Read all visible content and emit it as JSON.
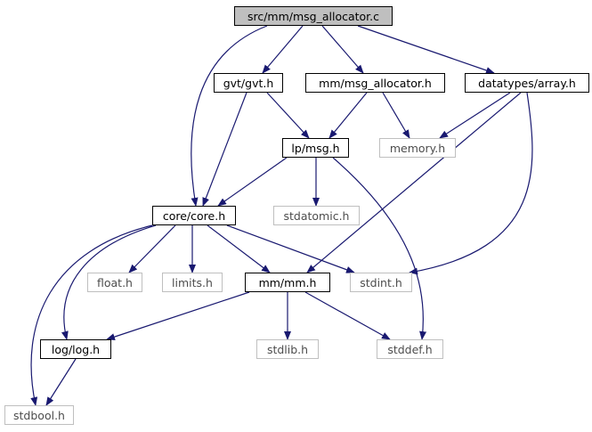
{
  "diagram": {
    "root": "src/mm/msg_allocator.c",
    "edge_color": "#191970",
    "node_border_color": "#000000",
    "external_border_color": "#bfbfbf",
    "root_fill_color": "#bfbfbf",
    "nodes": {
      "msg_allocator_c": {
        "label": "src/mm/msg_allocator.c",
        "kind": "root"
      },
      "gvt_h": {
        "label": "gvt/gvt.h",
        "kind": "internal"
      },
      "mm_msg_allocator_h": {
        "label": "mm/msg_allocator.h",
        "kind": "internal"
      },
      "datatypes_array_h": {
        "label": "datatypes/array.h",
        "kind": "internal"
      },
      "lp_msg_h": {
        "label": "lp/msg.h",
        "kind": "internal"
      },
      "memory_h": {
        "label": "memory.h",
        "kind": "external"
      },
      "core_core_h": {
        "label": "core/core.h",
        "kind": "internal"
      },
      "stdatomic_h": {
        "label": "stdatomic.h",
        "kind": "external"
      },
      "float_h": {
        "label": "float.h",
        "kind": "external"
      },
      "limits_h": {
        "label": "limits.h",
        "kind": "external"
      },
      "mm_mm_h": {
        "label": "mm/mm.h",
        "kind": "internal"
      },
      "stdint_h": {
        "label": "stdint.h",
        "kind": "external"
      },
      "log_log_h": {
        "label": "log/log.h",
        "kind": "internal"
      },
      "stdlib_h": {
        "label": "stdlib.h",
        "kind": "external"
      },
      "stddef_h": {
        "label": "stddef.h",
        "kind": "external"
      },
      "stdbool_h": {
        "label": "stdbool.h",
        "kind": "external"
      }
    },
    "edges": [
      [
        "msg_allocator_c",
        "gvt_h"
      ],
      [
        "msg_allocator_c",
        "mm_msg_allocator_h"
      ],
      [
        "msg_allocator_c",
        "datatypes_array_h"
      ],
      [
        "msg_allocator_c",
        "core_core_h"
      ],
      [
        "gvt_h",
        "lp_msg_h"
      ],
      [
        "gvt_h",
        "core_core_h"
      ],
      [
        "mm_msg_allocator_h",
        "lp_msg_h"
      ],
      [
        "mm_msg_allocator_h",
        "memory_h"
      ],
      [
        "datatypes_array_h",
        "memory_h"
      ],
      [
        "datatypes_array_h",
        "mm_mm_h"
      ],
      [
        "datatypes_array_h",
        "stdint_h"
      ],
      [
        "lp_msg_h",
        "core_core_h"
      ],
      [
        "lp_msg_h",
        "stdatomic_h"
      ],
      [
        "lp_msg_h",
        "stddef_h"
      ],
      [
        "core_core_h",
        "float_h"
      ],
      [
        "core_core_h",
        "limits_h"
      ],
      [
        "core_core_h",
        "mm_mm_h"
      ],
      [
        "core_core_h",
        "stdint_h"
      ],
      [
        "core_core_h",
        "log_log_h"
      ],
      [
        "core_core_h",
        "stdbool_h"
      ],
      [
        "mm_mm_h",
        "log_log_h"
      ],
      [
        "mm_mm_h",
        "stdlib_h"
      ],
      [
        "mm_mm_h",
        "stddef_h"
      ],
      [
        "log_log_h",
        "stdbool_h"
      ]
    ]
  }
}
